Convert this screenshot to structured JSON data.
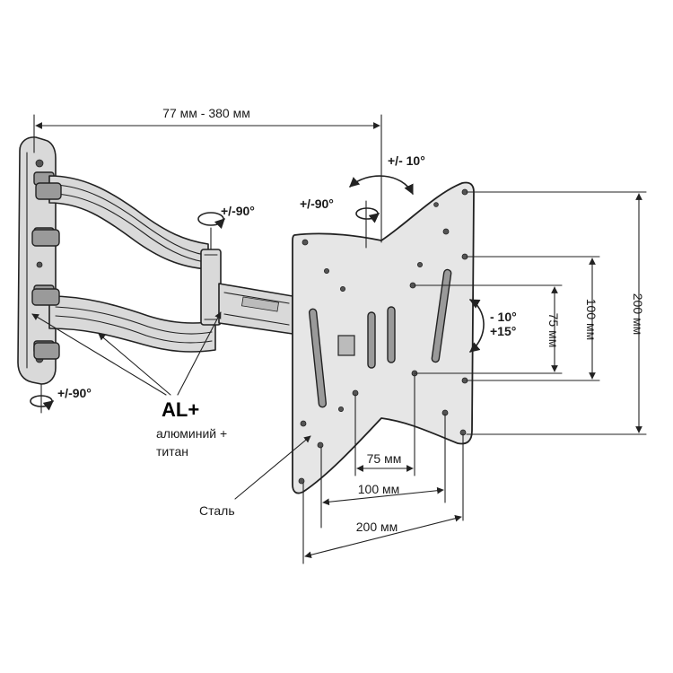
{
  "labels": {
    "arm_length": "77 мм - 380 мм",
    "tilt": "+/- 10°",
    "swivel_top": "+/-90°",
    "swivel_plate": "+/-90°",
    "swivel_wall": "+/-90°",
    "rotate_neg": "- 10°",
    "rotate_pos": "+15°",
    "dim_v200": "200 мм",
    "dim_v100": "100 мм",
    "dim_v75": "75 мм",
    "dim_h75": "75 мм",
    "dim_h100": "100 мм",
    "dim_h200": "200 мм",
    "material_brand": "AL+",
    "material_line1": "алюминий +",
    "material_line2": "титан",
    "steel": "Сталь"
  }
}
